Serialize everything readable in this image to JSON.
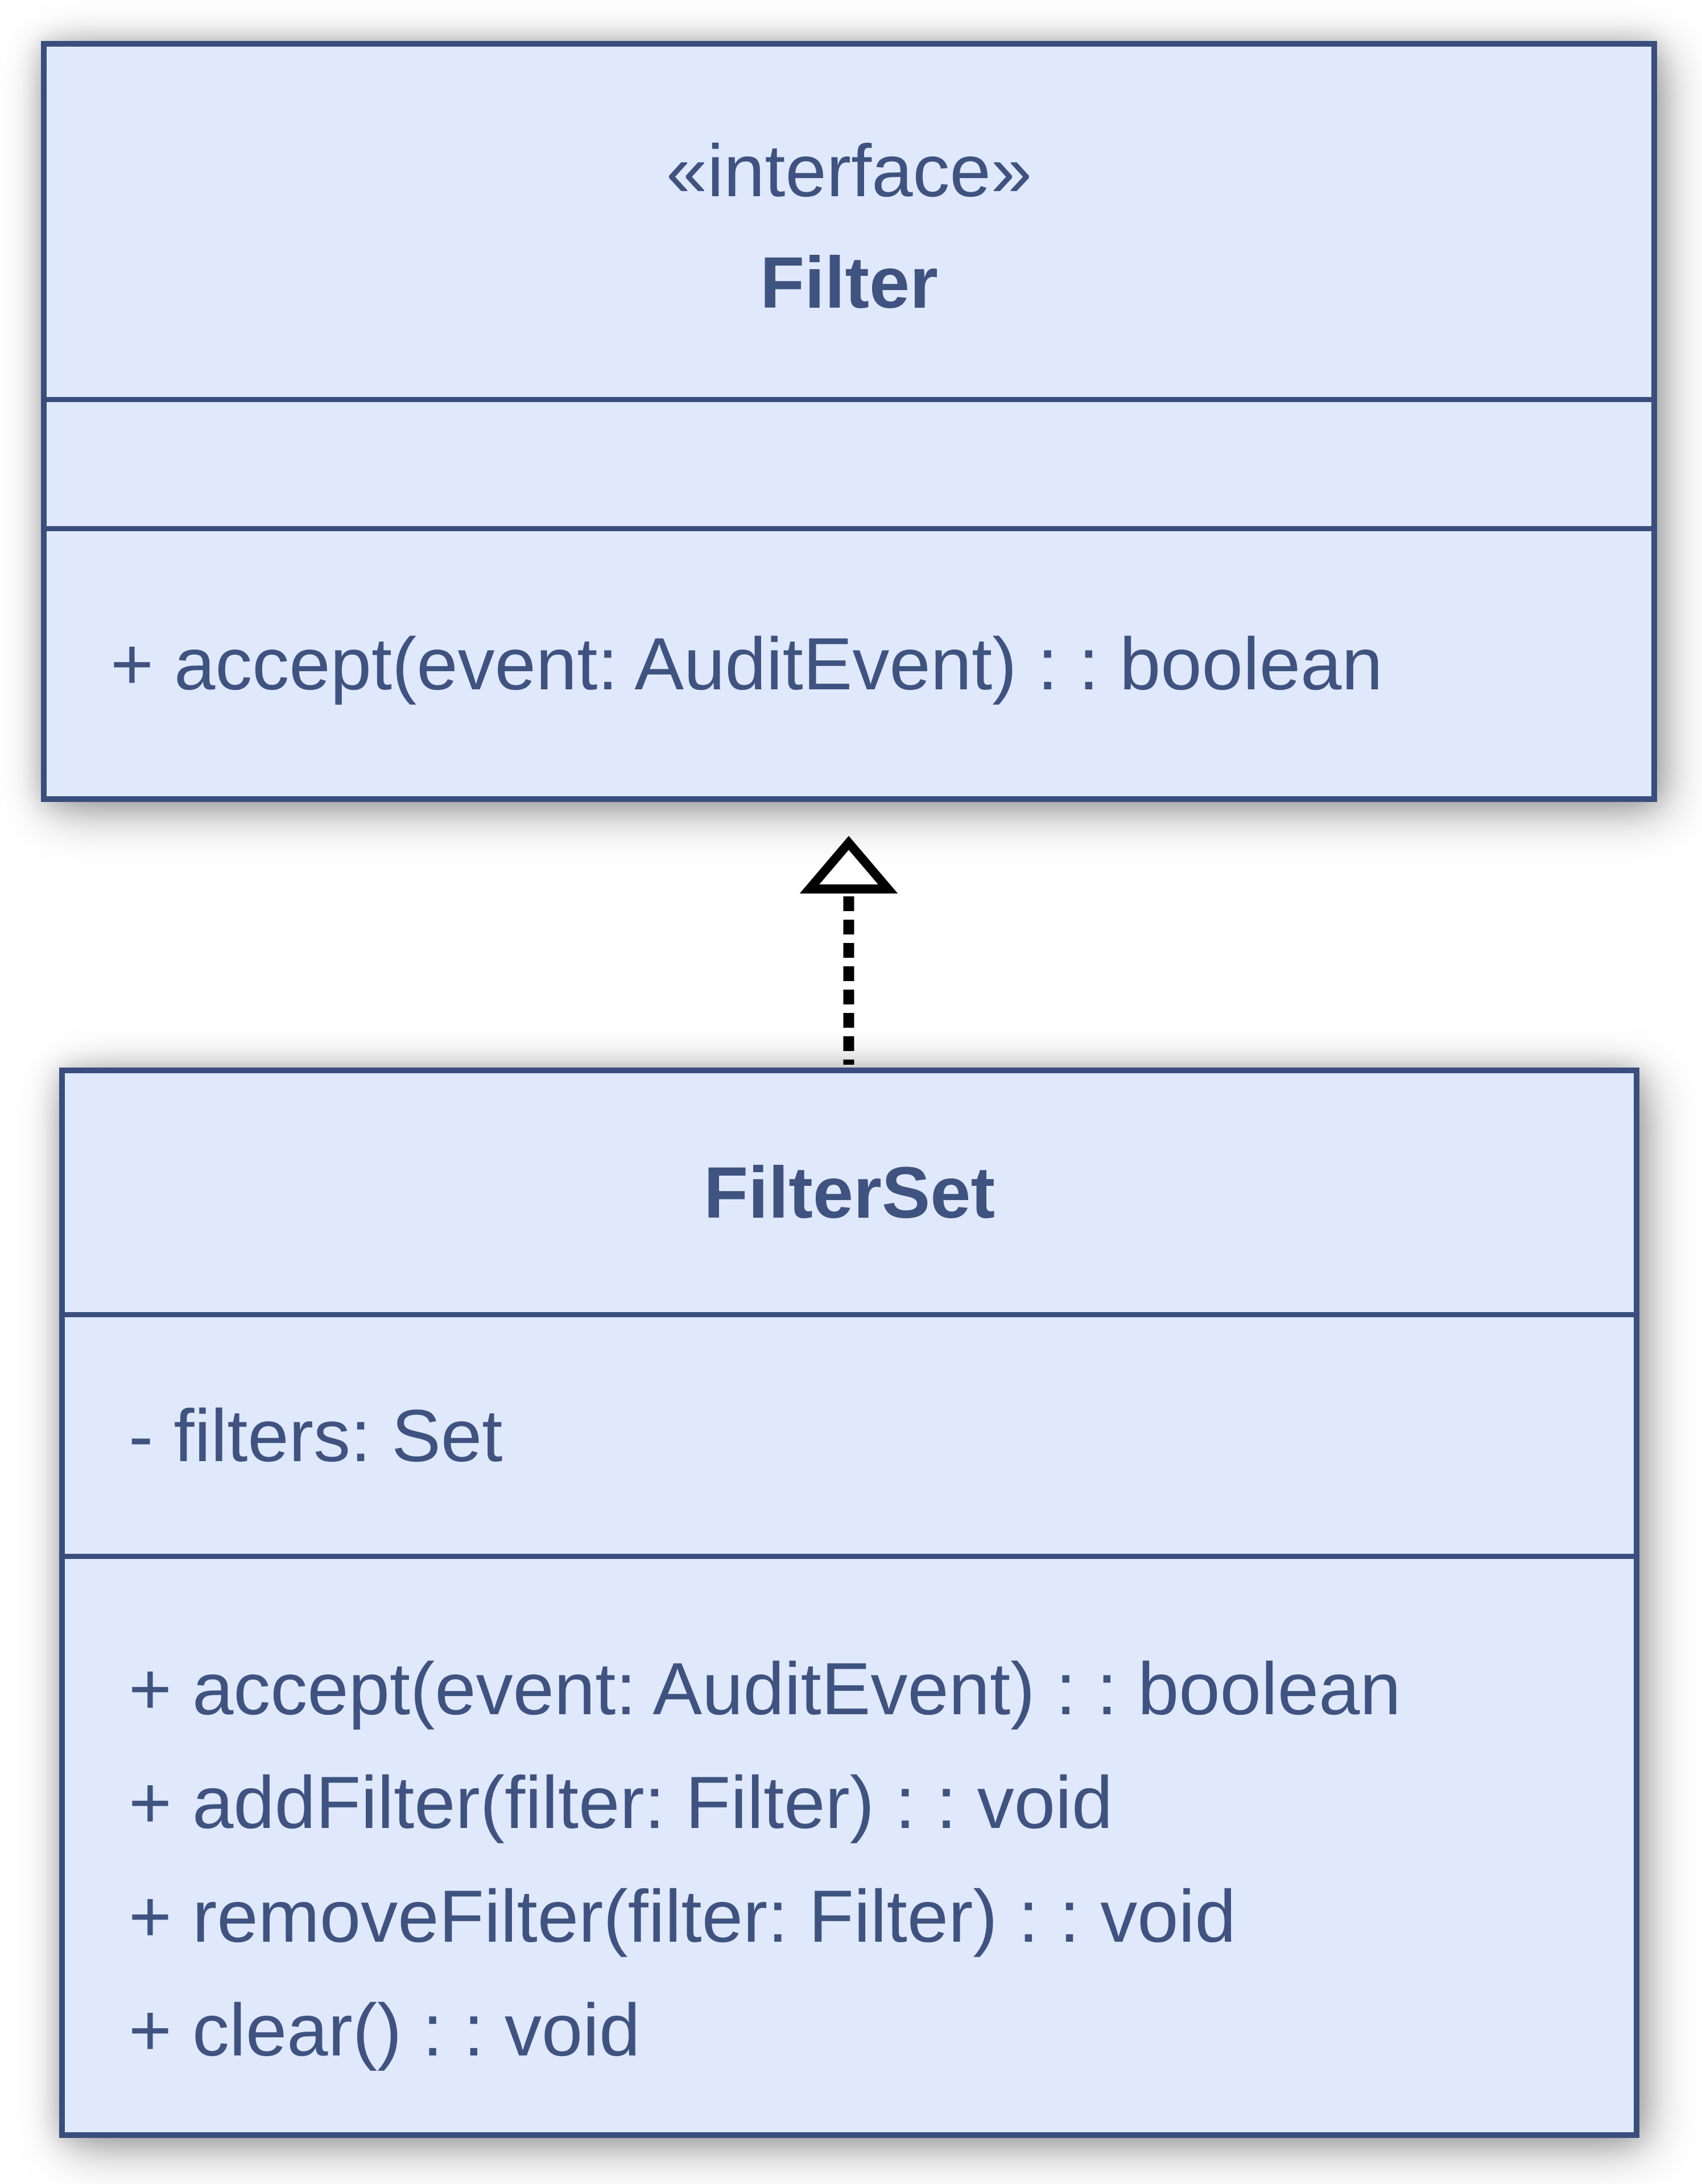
{
  "classes": [
    {
      "stereotype": "«interface»",
      "name": "Filter",
      "attributes": [],
      "methods": [
        "+ accept(event: AuditEvent) : : boolean"
      ]
    },
    {
      "stereotype": "",
      "name": "FilterSet",
      "attributes": [
        "- filters: Set"
      ],
      "methods": [
        "+ accept(event: AuditEvent) : : boolean",
        "+ addFilter(filter: Filter) : : void",
        "+ removeFilter(filter: Filter) : : void",
        "+ clear() : : void"
      ]
    }
  ],
  "relationship": {
    "type": "realization",
    "from": "FilterSet",
    "to": "Filter"
  },
  "colors": {
    "fill": "#e0e8fb",
    "border": "#394e7c",
    "text": "#3e5380",
    "arrow": "#000000",
    "background": "#ffffff"
  }
}
